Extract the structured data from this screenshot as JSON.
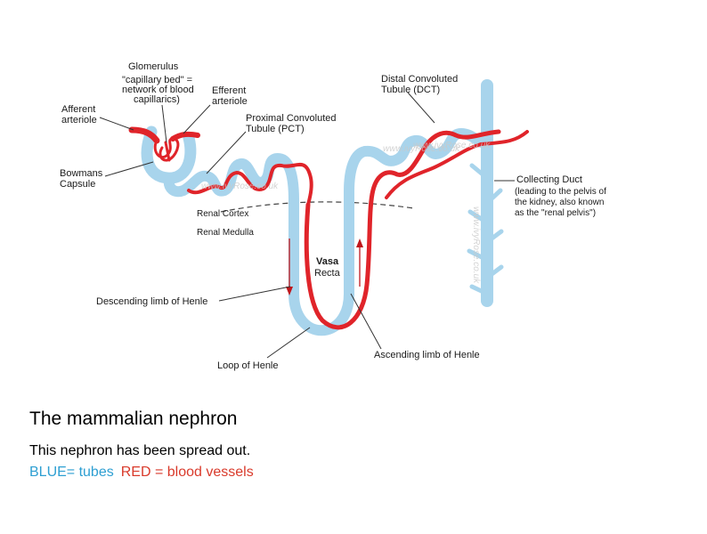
{
  "diagram": {
    "labels": {
      "glomerulus": "Glomerulus",
      "capillary_bed_1": "\"capillary bed\" =",
      "capillary_bed_2": "network of blood",
      "capillary_bed_3": "capillarics)",
      "efferent_1": "Efferent",
      "efferent_2": "arteriole",
      "afferent_1": "Afferent",
      "afferent_2": "arteriole",
      "pct_1": "Proximal Convoluted",
      "pct_2": "Tubule (PCT)",
      "dct_1": "Distal Convoluted",
      "dct_2": "Tubule (DCT)",
      "bowmans_1": "Bowmans",
      "bowmans_2": "Capsule",
      "collecting_1": "Collecting Duct",
      "collecting_2": "(leading to the pelvis of",
      "collecting_3": "the kidney, also known",
      "collecting_4": "as the \"renal pelvis\")",
      "renal_cortex": "Renal Cortex",
      "renal_medulla": "Renal Medulla",
      "vasa_1": "Vasa",
      "vasa_2": "Recta",
      "descending": "Descending limb of Henle",
      "ascending": "Ascending limb of Henle",
      "loop": "Loop of Henle"
    },
    "watermarks": [
      "www.ivyRose.co.uk",
      "www.ivyRose.co.uk",
      "www.ivyRose.co.uk",
      "www.ivyRose.co.uk"
    ],
    "colors": {
      "tube": "#a8d4ec",
      "blood": "#e0242a",
      "leader": "#333333"
    }
  },
  "caption": {
    "title": "The mammalian nephron",
    "subtitle": "This nephron has been spread out.",
    "legend_blue": "BLUE= tubes",
    "legend_red": "RED = blood vessels"
  }
}
